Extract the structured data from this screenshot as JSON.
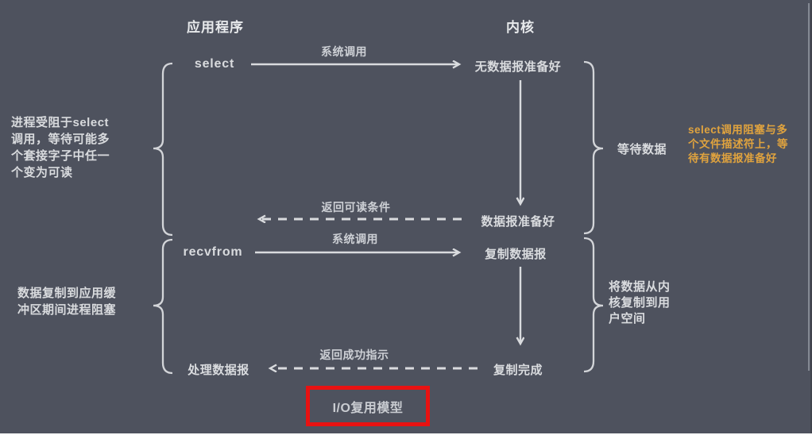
{
  "colors": {
    "background": "#4e525e",
    "text": "#d9dbde",
    "orange": "#e0a33e",
    "red_box": "#e81212"
  },
  "headers": {
    "application": "应用程序",
    "kernel": "内核"
  },
  "nodes": {
    "select": "select",
    "recvfrom": "recvfrom",
    "no_datagram_ready": "无数据报准备好",
    "datagram_ready": "数据报准备好",
    "copy_datagram": "复制数据报",
    "copy_complete": "复制完成",
    "process_datagram": "处理数据报"
  },
  "arrows": {
    "syscall_select": "系统调用",
    "return_readable": "返回可读条件",
    "syscall_recvfrom": "系统调用",
    "return_success": "返回成功指示"
  },
  "annotations": {
    "left_select_block": "进程受阻于select\n调用，等待可能多\n个套接字子中任一\n个变为可读",
    "left_copy_block": "数据复制到应用缓\n冲区期间进程阻塞",
    "right_wait_data": "等待数据",
    "right_copy_kernel": "将数据从内\n核复制到用\n户空间",
    "orange_note": "select调用阻塞与多\n个文件描述符上，等\n待有数据报准备好"
  },
  "title": {
    "label": "I/O复用模型"
  }
}
